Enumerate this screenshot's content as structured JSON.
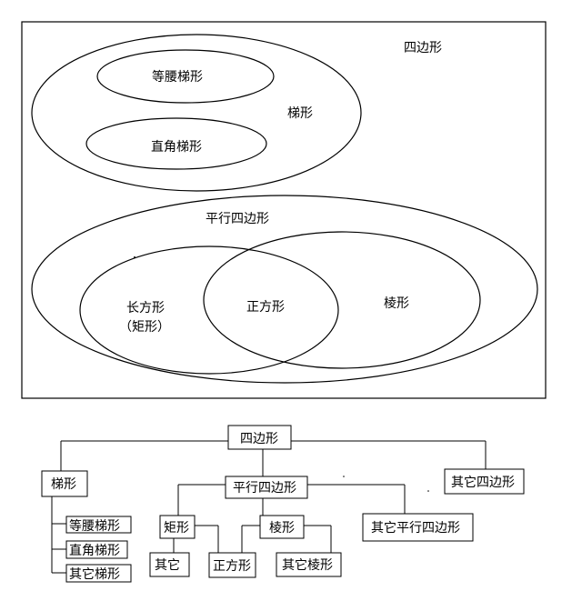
{
  "venn": {
    "quadrilateral": "四边形",
    "trapezoid": "梯形",
    "isosceles_trapezoid": "等腰梯形",
    "right_trapezoid": "直角梯形",
    "parallelogram": "平行四边形",
    "rectangle_line1": "长方形",
    "rectangle_line2": "（矩形）",
    "square": "正方形",
    "rhombus": "棱形"
  },
  "tree": {
    "root": "四边形",
    "trapezoid": "梯形",
    "parallelogram": "平行四边形",
    "other_quadrilateral": "其它四边形",
    "isosceles_trapezoid": "等腰梯形",
    "right_trapezoid": "直角梯形",
    "other_trapezoid": "其它梯形",
    "rectangle": "矩形",
    "rhombus": "棱形",
    "other_parallelogram": "其它平行四边形",
    "other": "其它",
    "square": "正方形",
    "other_rhombus": "其它棱形"
  }
}
